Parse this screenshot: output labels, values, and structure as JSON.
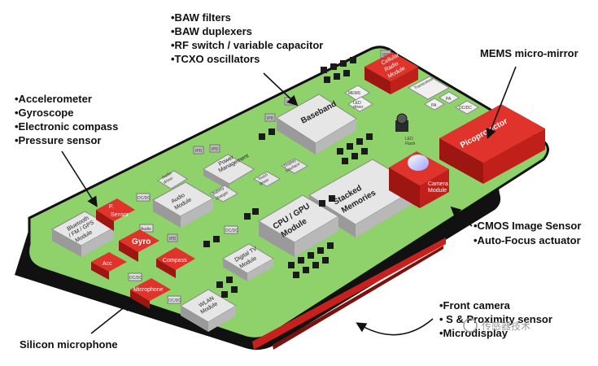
{
  "callouts": {
    "rf": [
      "•BAW filters",
      "•BAW duplexers",
      "•RF switch / variable capacitor",
      "•TCXO oscillators"
    ],
    "mems_mirror": "MEMS micro-mirror",
    "motion": [
      "•Accelerometer",
      "•Gyroscope",
      "•Electronic compass",
      "•Pressure sensor"
    ],
    "cmos": [
      "•CMOS Image Sensor",
      "•Auto-Focus actuator"
    ],
    "front": [
      "•Front camera",
      "•  S & Proximity sensor",
      "•Microdisplay"
    ],
    "mic": "Silicon microphone"
  },
  "chips": {
    "baseband": "Baseband",
    "stacked": [
      "Stacked",
      "Memories"
    ],
    "cpu": [
      "CPU / GPU",
      "Module"
    ],
    "audio": [
      "Audio",
      "Module"
    ],
    "bt": [
      "Bluetooth",
      "/ FM / GPS",
      "Module"
    ],
    "gyro": "Gyro",
    "acc": "Acc",
    "compass": "Compass",
    "pmic": [
      "P.",
      "Sensor"
    ],
    "microphone": "Microphone",
    "digital_tv": [
      "Digital TV",
      "Module"
    ],
    "wlan": [
      "WLAN",
      "Module"
    ],
    "power": [
      "Power",
      "Management"
    ],
    "audio_driver": [
      "Audio",
      "driver"
    ],
    "battery": [
      "Battery",
      "charger"
    ],
    "touch": [
      "Touch",
      "driver"
    ],
    "display": [
      "Display",
      "Interface"
    ],
    "cellular": [
      "Cellular",
      "Radio",
      "Module"
    ],
    "transceiver": "Transceiver",
    "pa1": "PA",
    "pa2": "PA",
    "dcdc_rf": "DC/DC",
    "mems_small": "MEMS",
    "led_driver": [
      "LED",
      "driver"
    ],
    "led_flash": [
      "LED",
      "Flash"
    ],
    "camera": [
      "Camera",
      "Module"
    ],
    "picoprojector": "Picoprojector",
    "audio_amp": [
      "Audio",
      "amp"
    ],
    "ipd": "IPD",
    "dcdc": "DC/DC"
  },
  "watermark": "传感器技术",
  "colors": {
    "board": "#8fd16a",
    "board_edge": "#1a1a1a",
    "red": "#d8231f",
    "gray_chip": "#dcdcdc"
  }
}
